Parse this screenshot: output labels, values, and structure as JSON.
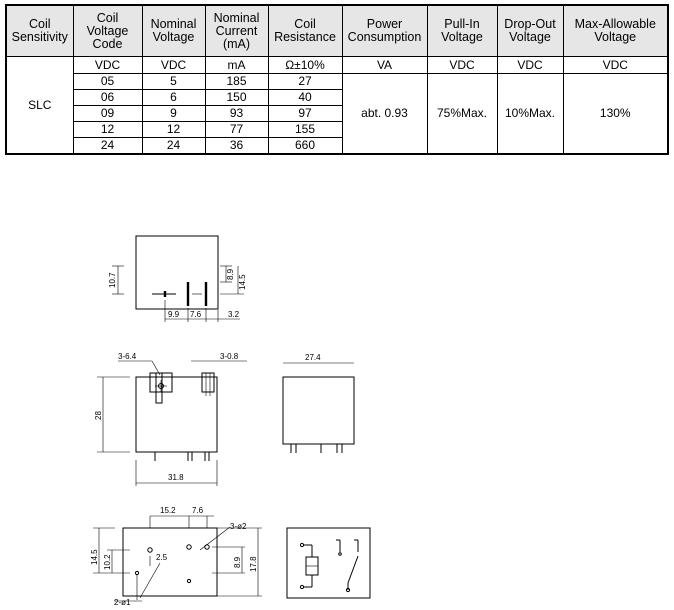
{
  "table": {
    "headers": [
      "Coil\nSensitivity",
      "Coil\nVoltage\nCode",
      "Nominal\nVoltage",
      "Nominal\nCurrent\n(mA)",
      "Coil\nResistance",
      "Power\nConsumption",
      "Pull-In\nVoltage",
      "Drop-Out\nVoltage",
      "Max-Allowable\nVoltage"
    ],
    "units": [
      "VDC",
      "VDC",
      "mA",
      "Ω±10%",
      "VA",
      "VDC",
      "VDC",
      "VDC"
    ],
    "sensitivity": "SLC",
    "rows": [
      [
        "05",
        "5",
        "185",
        "27"
      ],
      [
        "06",
        "6",
        "150",
        "40"
      ],
      [
        "09",
        "9",
        "93",
        "97"
      ],
      [
        "12",
        "12",
        "77",
        "155"
      ],
      [
        "24",
        "24",
        "36",
        "660"
      ]
    ],
    "power_consumption": "abt. 0.93",
    "pull_in": "75%Max.",
    "drop_out": "10%Max.",
    "max_allowable": "130%"
  },
  "drawings": {
    "pcb_top": {
      "d_10_7": "10.7",
      "d_8_9": "8.9",
      "d_14_5": "14.5",
      "d_9_9": "9.9",
      "d_7_6": "7.6",
      "d_3_2": "3.2"
    },
    "front": {
      "d_3_6_4": "3-6.4",
      "d_3_0_8": "3-0.8",
      "d_28": "28",
      "d_31_8": "31.8"
    },
    "side": {
      "d_27_4": "27.4"
    },
    "bottom": {
      "d_15_2": "15.2",
      "d_7_6": "7.6",
      "d_3_phi2": "3-ø2",
      "d_14_5": "14.5",
      "d_10_2": "10.2",
      "d_2_5": "2.5",
      "d_8_9": "8.9",
      "d_17_8": "17.8",
      "d_2_phi1": "2-ø1"
    }
  }
}
